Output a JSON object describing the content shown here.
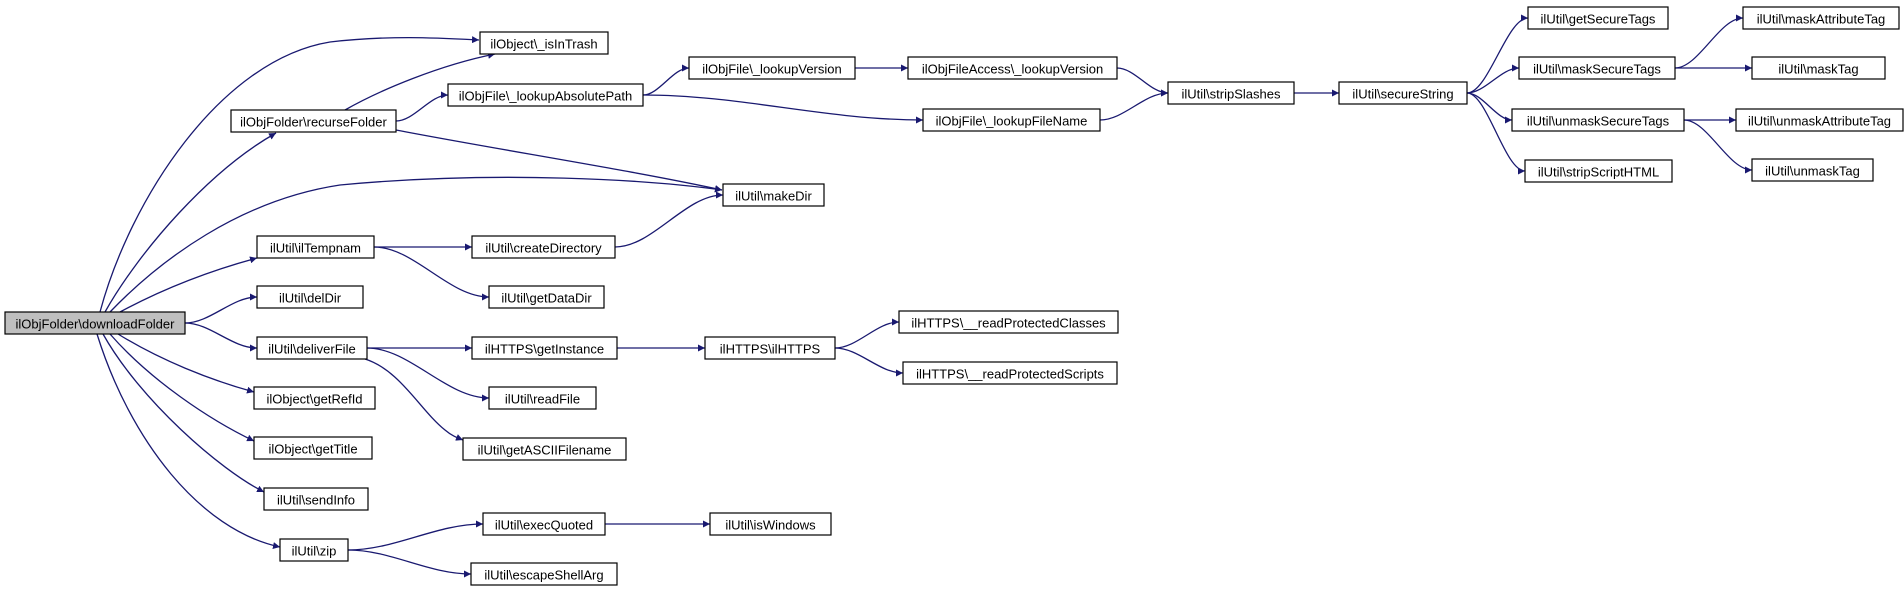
{
  "graph": {
    "edge_color": "#191970",
    "root_fill": "#bfbfbf",
    "node_fill": "#ffffff",
    "nodes": {
      "downloadFolder": "ilObjFolder\\downloadFolder",
      "isInTrash": "ilObject\\_isInTrash",
      "recurseFolder": "ilObjFolder\\recurseFolder",
      "lookupAbsolutePath": "ilObjFile\\_lookupAbsolutePath",
      "lookupVersion": "ilObjFile\\_lookupVersion",
      "accessLookupVersion": "ilObjFileAccess\\_lookupVersion",
      "lookupFileName": "ilObjFile\\_lookupFileName",
      "stripSlashes": "ilUtil\\stripSlashes",
      "secureString": "ilUtil\\secureString",
      "getSecureTags": "ilUtil\\getSecureTags",
      "maskSecureTags": "ilUtil\\maskSecureTags",
      "unmaskSecureTags": "ilUtil\\unmaskSecureTags",
      "stripScriptHTML": "ilUtil\\stripScriptHTML",
      "maskAttributeTag": "ilUtil\\maskAttributeTag",
      "maskTag": "ilUtil\\maskTag",
      "unmaskAttributeTag": "ilUtil\\unmaskAttributeTag",
      "unmaskTag": "ilUtil\\unmaskTag",
      "makeDir": "ilUtil\\makeDir",
      "ilTempnam": "ilUtil\\ilTempnam",
      "createDirectory": "ilUtil\\createDirectory",
      "getDataDir": "ilUtil\\getDataDir",
      "delDir": "ilUtil\\delDir",
      "deliverFile": "ilUtil\\deliverFile",
      "getInstance": "ilHTTPS\\getInstance",
      "ilHTTPS": "ilHTTPS\\ilHTTPS",
      "readProtectedClasses": "ilHTTPS\\__readProtectedClasses",
      "readProtectedScripts": "ilHTTPS\\__readProtectedScripts",
      "readFile": "ilUtil\\readFile",
      "getASCIIFilename": "ilUtil\\getASCIIFilename",
      "getRefId": "ilObject\\getRefId",
      "getTitle": "ilObject\\getTitle",
      "sendInfo": "ilUtil\\sendInfo",
      "zip": "ilUtil\\zip",
      "execQuoted": "ilUtil\\execQuoted",
      "isWindows": "ilUtil\\isWindows",
      "escapeShellArg": "ilUtil\\escapeShellArg"
    },
    "edges": [
      [
        "downloadFolder",
        "isInTrash"
      ],
      [
        "downloadFolder",
        "recurseFolder"
      ],
      [
        "downloadFolder",
        "makeDir"
      ],
      [
        "downloadFolder",
        "ilTempnam"
      ],
      [
        "downloadFolder",
        "delDir"
      ],
      [
        "downloadFolder",
        "deliverFile"
      ],
      [
        "downloadFolder",
        "getRefId"
      ],
      [
        "downloadFolder",
        "getTitle"
      ],
      [
        "downloadFolder",
        "sendInfo"
      ],
      [
        "downloadFolder",
        "zip"
      ],
      [
        "recurseFolder",
        "isInTrash"
      ],
      [
        "recurseFolder",
        "lookupAbsolutePath"
      ],
      [
        "recurseFolder",
        "makeDir"
      ],
      [
        "lookupAbsolutePath",
        "lookupVersion"
      ],
      [
        "lookupAbsolutePath",
        "lookupFileName"
      ],
      [
        "lookupVersion",
        "accessLookupVersion"
      ],
      [
        "accessLookupVersion",
        "stripSlashes"
      ],
      [
        "lookupFileName",
        "stripSlashes"
      ],
      [
        "stripSlashes",
        "secureString"
      ],
      [
        "secureString",
        "getSecureTags"
      ],
      [
        "secureString",
        "maskSecureTags"
      ],
      [
        "secureString",
        "unmaskSecureTags"
      ],
      [
        "secureString",
        "stripScriptHTML"
      ],
      [
        "maskSecureTags",
        "maskAttributeTag"
      ],
      [
        "maskSecureTags",
        "maskTag"
      ],
      [
        "unmaskSecureTags",
        "unmaskAttributeTag"
      ],
      [
        "unmaskSecureTags",
        "unmaskTag"
      ],
      [
        "ilTempnam",
        "createDirectory"
      ],
      [
        "ilTempnam",
        "getDataDir"
      ],
      [
        "createDirectory",
        "makeDir"
      ],
      [
        "deliverFile",
        "getInstance"
      ],
      [
        "deliverFile",
        "readFile"
      ],
      [
        "deliverFile",
        "getASCIIFilename"
      ],
      [
        "getInstance",
        "ilHTTPS"
      ],
      [
        "ilHTTPS",
        "readProtectedClasses"
      ],
      [
        "ilHTTPS",
        "readProtectedScripts"
      ],
      [
        "zip",
        "execQuoted"
      ],
      [
        "zip",
        "escapeShellArg"
      ],
      [
        "execQuoted",
        "isWindows"
      ]
    ]
  }
}
